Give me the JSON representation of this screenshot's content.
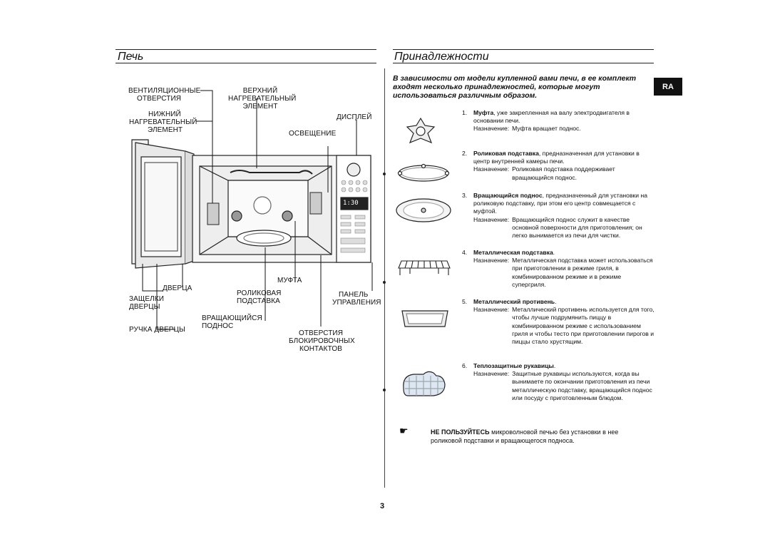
{
  "left": {
    "title": "Печь",
    "labels": {
      "vent": [
        "ВЕНТИЛЯЦИОННЫЕ",
        "ОТВЕРСТИЯ"
      ],
      "top_heater": [
        "ВЕРХНИЙ",
        "НАГРЕВАТЕЛЬНЫЙ",
        "ЭЛЕМЕНТ"
      ],
      "bottom_heater": [
        "НИЖНИЙ",
        "НАГРЕВАТЕЛЬНЫЙ",
        "ЭЛЕМЕНТ"
      ],
      "display": "ДИСПЛЕЙ",
      "light": "ОСВЕЩЕНИЕ",
      "coupler": "МУФТА",
      "door": "ДВЕРЦА",
      "door_latches": [
        "ЗАЩЕЛКИ",
        "ДВЕРЦЫ"
      ],
      "roller_ring": [
        "РОЛИКОВАЯ",
        "ПОДСТАВКА"
      ],
      "control_panel": [
        "ПАНЕЛЬ",
        "УПРАВЛЕНИЯ"
      ],
      "turntable": [
        "ВРАЩАЮЩИЙСЯ",
        "ПОДНОС"
      ],
      "door_handle": "РУЧКА ДВЕРЦЫ",
      "interlock_holes": [
        "ОТВЕРСТИЯ",
        "БЛОКИРОВОЧНЫХ",
        "КОНТАКТОВ"
      ]
    },
    "display_readout": "1:30"
  },
  "right": {
    "title": "Принадлежности",
    "badge": "RA",
    "intro": "В зависимости от модели купленной вами печи, в ее комплект входят несколько принадлежностей, которые могут использоваться различным образом.",
    "dest_key": "Назначение:",
    "items": [
      {
        "num": "1.",
        "name": "Муфта",
        "desc": ", уже закрепленная на валу электродвигателя в основании печи.",
        "dest": "Муфта вращает поднос.",
        "icon": "coupler-icon"
      },
      {
        "num": "2.",
        "name": "Роликовая подставка",
        "desc": ", предназначенная для установки в центр внутренней камеры печи.",
        "dest": "Роликовая подставка поддерживает вращающийся поднос.",
        "icon": "roller-ring-icon"
      },
      {
        "num": "3.",
        "name": "Вращающийся поднос",
        "desc": ", предназначенный для установки на роликовую подставку, при этом его центр совмещается с муфтой.",
        "dest": "Вращающийся поднос служит в качестве основной поверхности для приготовления; он легко вынимается из печи для чистки.",
        "icon": "turntable-icon"
      },
      {
        "num": "4.",
        "name": "Металлическая подставка",
        "desc": ".",
        "dest": "Металлическая подставка может использоваться при приготовлении в режиме гриля, в комбинированном режиме и в режиме супергриля.",
        "icon": "metal-rack-icon"
      },
      {
        "num": "5.",
        "name": "Металлический противень",
        "desc": ".",
        "dest": "Металлический противень используется для того, чтобы лучше подрумянить пиццу в комбинированном режиме с использованием гриля и чтобы тесто при приготовлении пирогов и пиццы стало хрустящим.",
        "icon": "crusty-plate-icon"
      },
      {
        "num": "6.",
        "name": "Теплозащитные рукавицы",
        "desc": ".",
        "dest": "Защитные рукавицы используются, когда вы вынимаете по окончании приготовления из печи металлическую подставку, вращающийся поднос или посуду с приготовленным блюдом.",
        "icon": "oven-glove-icon"
      }
    ],
    "warning_lead": "НЕ ПОЛЬЗУЙТЕСЬ",
    "warning_text": " микроволновой печью без установки в нее роликовой подставки и вращающегося подноса."
  },
  "page_number": "3"
}
